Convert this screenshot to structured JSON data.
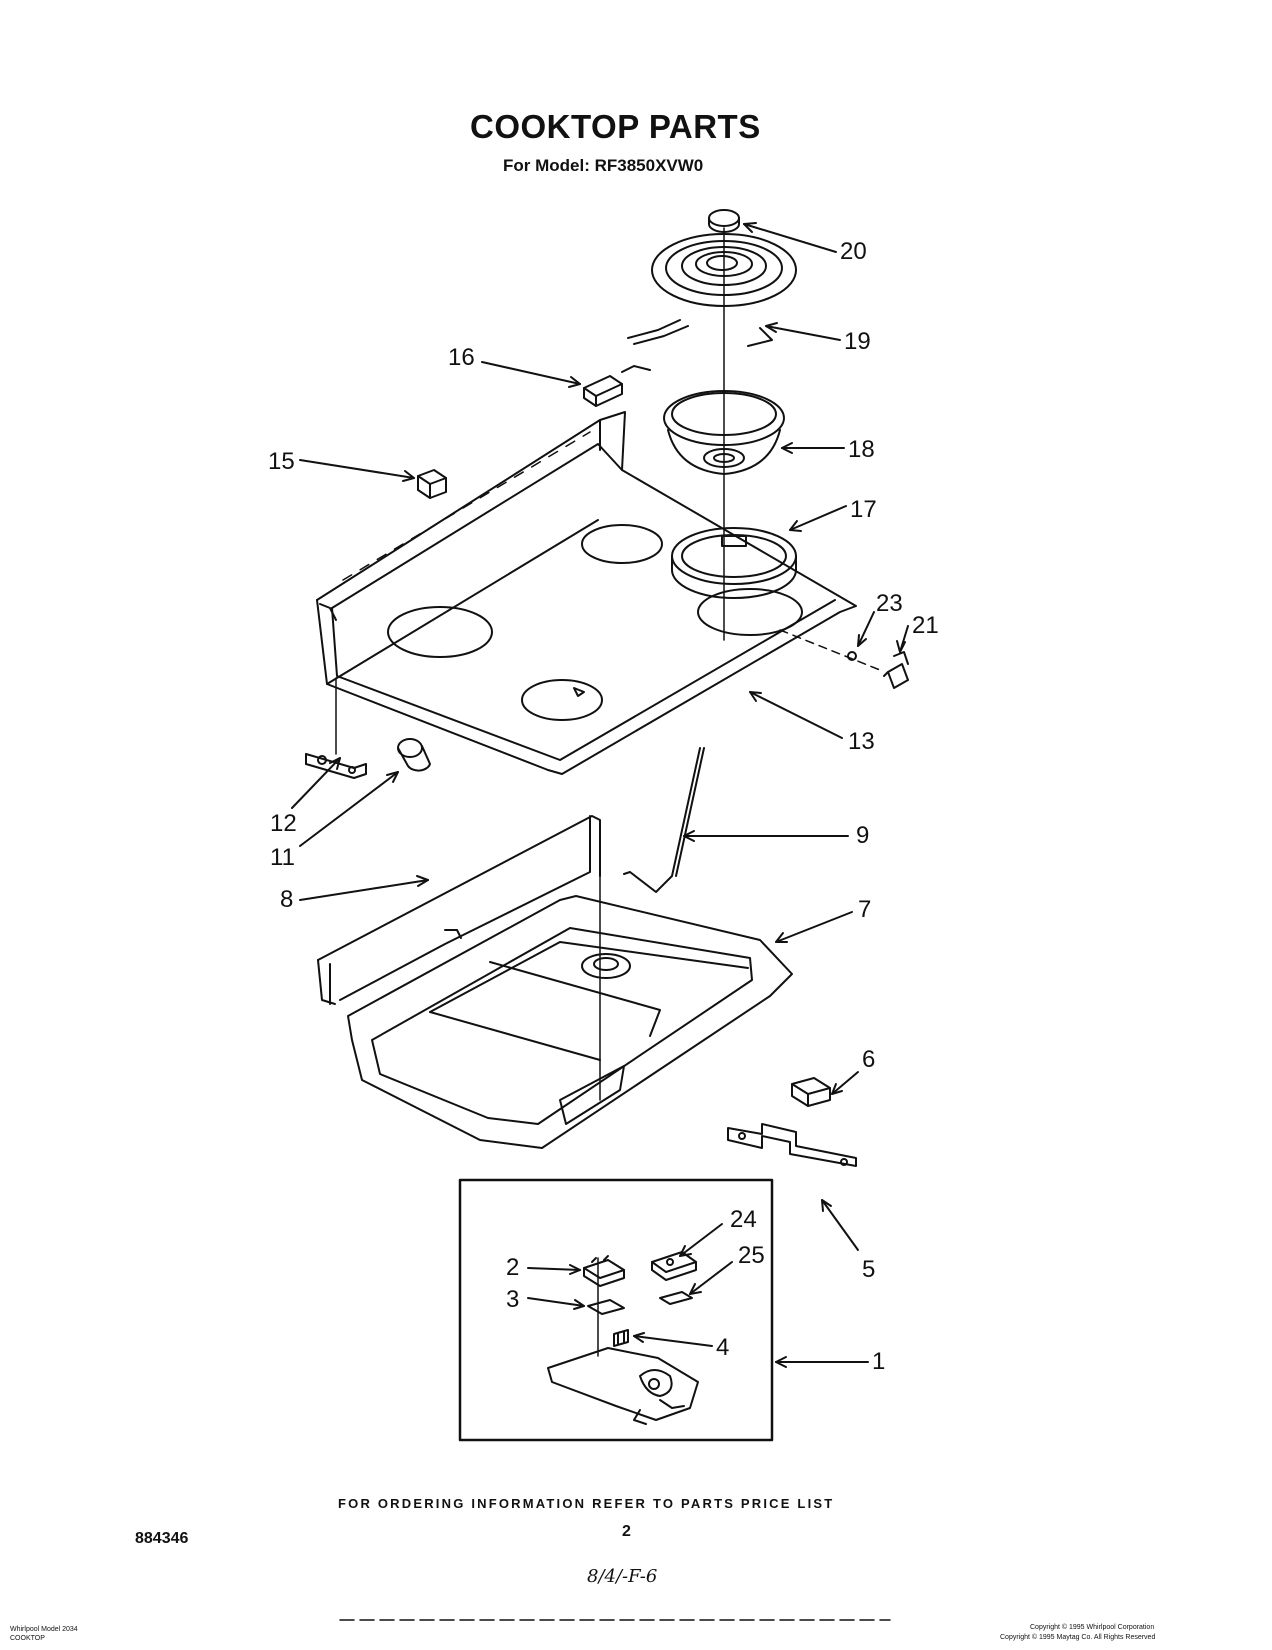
{
  "header": {
    "title": "COOKTOP PARTS",
    "model_line": "For Model: RF3850XVW0"
  },
  "footer": {
    "ordering_note": "FOR ORDERING INFORMATION REFER TO PARTS PRICE LIST",
    "doc_number": "884346",
    "page_number": "2",
    "handwritten": "8/4/-F-6",
    "left_small_1": "Whirlpool Model 2034",
    "left_small_2": "COOKTOP",
    "right_small_1": "Copyright © 1995 Whirlpool Corporation",
    "right_small_2": "Copyright © 1995 Maytag Co. All Rights Reserved"
  },
  "callouts": {
    "c1": "1",
    "c2": "2",
    "c3": "3",
    "c4": "4",
    "c5": "5",
    "c6": "6",
    "c7": "7",
    "c8": "8",
    "c9": "9",
    "c11": "11",
    "c12": "12",
    "c13": "13",
    "c15": "15",
    "c16": "16",
    "c17": "17",
    "c18": "18",
    "c19": "19",
    "c20": "20",
    "c21": "21",
    "c23": "23",
    "c24": "24",
    "c25": "25"
  }
}
